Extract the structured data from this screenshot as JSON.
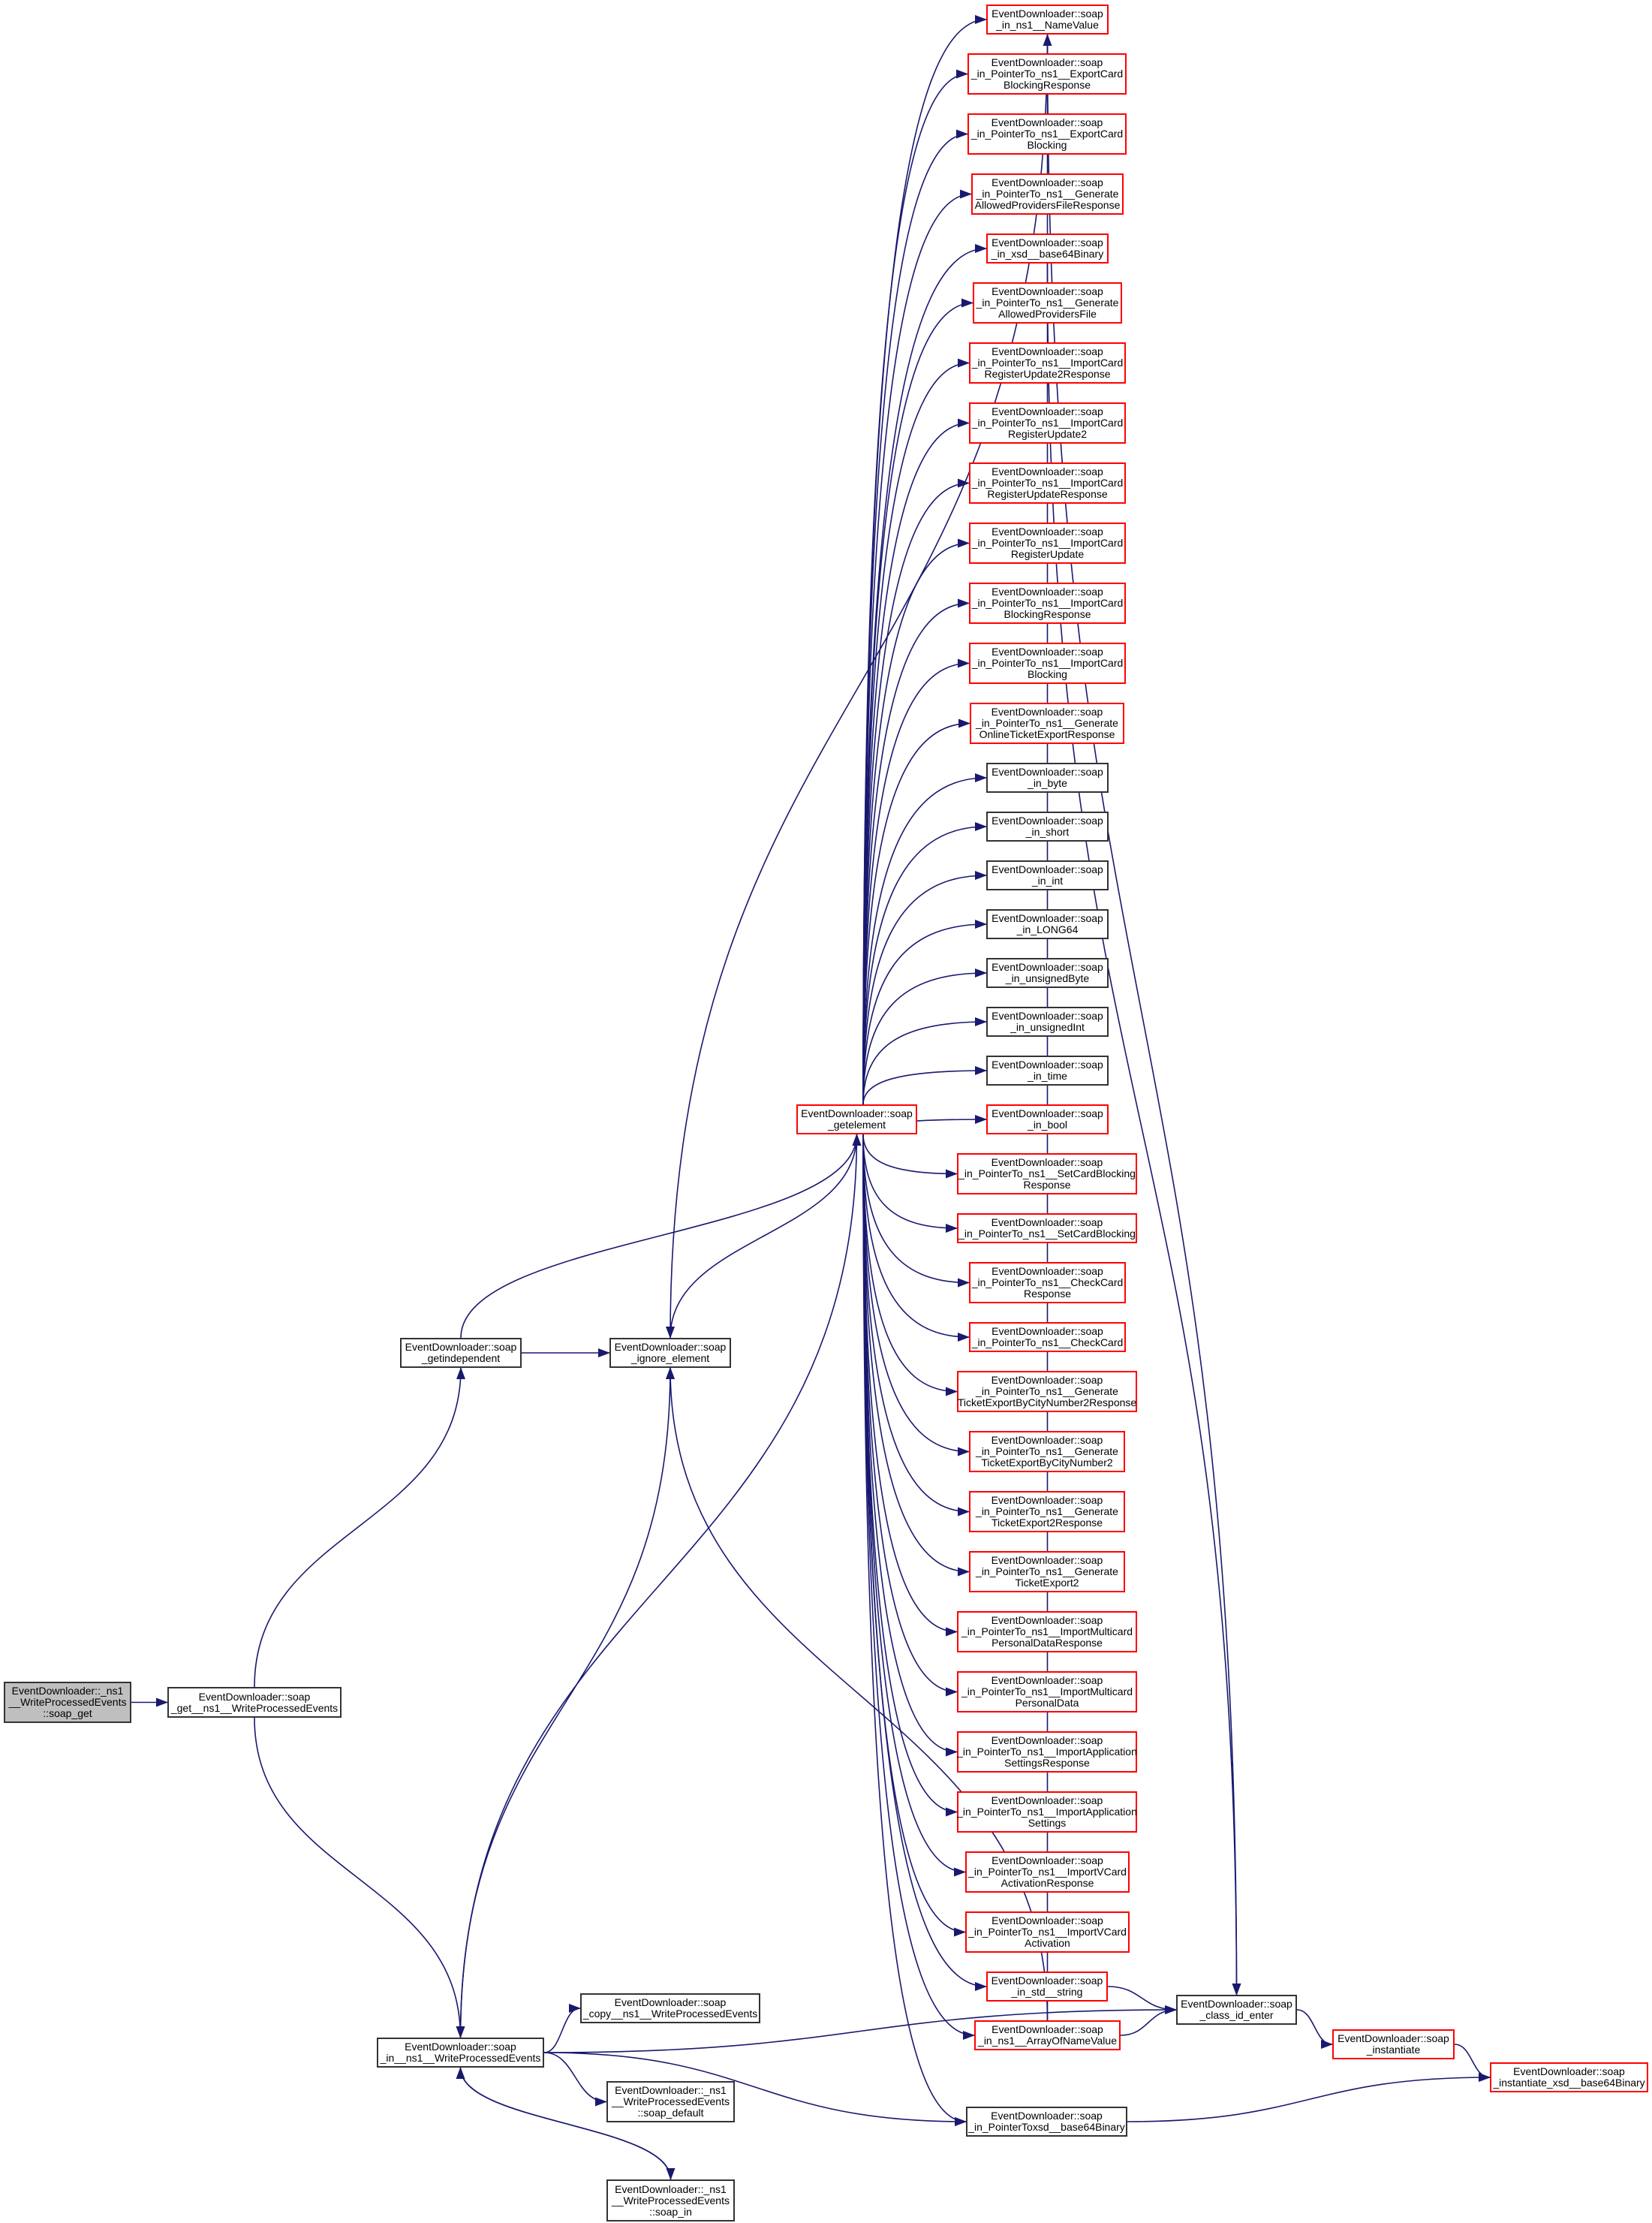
{
  "colors": {
    "edge": "#191970",
    "red_border": "#ff0000",
    "black_border": "#333333",
    "root_fill": "#bfbfbf"
  },
  "nodes": [
    {
      "id": "root",
      "label": "EventDownloader::_ns1\n__WriteProcessedEvents\n::soap_get",
      "style": "root"
    },
    {
      "id": "get",
      "label": "EventDownloader::soap\n_get__ns1__WriteProcessedEvents",
      "style": "black"
    },
    {
      "id": "getindep",
      "label": "EventDownloader::soap\n_getindependent",
      "style": "black"
    },
    {
      "id": "ignore",
      "label": "EventDownloader::soap\n_ignore_element",
      "style": "black"
    },
    {
      "id": "getelement",
      "label": "EventDownloader::soap\n_getelement",
      "style": "red"
    },
    {
      "id": "inwpe",
      "label": "EventDownloader::soap\n_in__ns1__WriteProcessedEvents",
      "style": "black"
    },
    {
      "id": "copy",
      "label": "EventDownloader::soap\n_copy__ns1__WriteProcessedEvents",
      "style": "black"
    },
    {
      "id": "default",
      "label": "EventDownloader::_ns1\n__WriteProcessedEvents\n::soap_default",
      "style": "black"
    },
    {
      "id": "soapin",
      "label": "EventDownloader::_ns1\n__WriteProcessedEvents\n::soap_in",
      "style": "black"
    },
    {
      "id": "classid",
      "label": "EventDownloader::soap\n_class_id_enter",
      "style": "black"
    },
    {
      "id": "instantiate",
      "label": "EventDownloader::soap\n_instantiate",
      "style": "red"
    },
    {
      "id": "instb64",
      "label": "EventDownloader::soap\n_instantiate_xsd__base64Binary",
      "style": "red"
    },
    {
      "id": "ptrb64",
      "label": "EventDownloader::soap\n_in_PointerToxsd__base64Binary",
      "style": "black"
    },
    {
      "id": "r0",
      "label": "EventDownloader::soap\n_in_ns1__NameValue",
      "style": "red"
    },
    {
      "id": "r1",
      "label": "EventDownloader::soap\n_in_PointerTo_ns1__ExportCard\nBlockingResponse",
      "style": "red"
    },
    {
      "id": "r2",
      "label": "EventDownloader::soap\n_in_PointerTo_ns1__ExportCard\nBlocking",
      "style": "red"
    },
    {
      "id": "r3",
      "label": "EventDownloader::soap\n_in_PointerTo_ns1__Generate\nAllowedProvidersFileResponse",
      "style": "red"
    },
    {
      "id": "r4",
      "label": "EventDownloader::soap\n_in_xsd__base64Binary",
      "style": "red"
    },
    {
      "id": "r5",
      "label": "EventDownloader::soap\n_in_PointerTo_ns1__Generate\nAllowedProvidersFile",
      "style": "red"
    },
    {
      "id": "r6",
      "label": "EventDownloader::soap\n_in_PointerTo_ns1__ImportCard\nRegisterUpdate2Response",
      "style": "red"
    },
    {
      "id": "r7",
      "label": "EventDownloader::soap\n_in_PointerTo_ns1__ImportCard\nRegisterUpdate2",
      "style": "red"
    },
    {
      "id": "r8",
      "label": "EventDownloader::soap\n_in_PointerTo_ns1__ImportCard\nRegisterUpdateResponse",
      "style": "red"
    },
    {
      "id": "r9",
      "label": "EventDownloader::soap\n_in_PointerTo_ns1__ImportCard\nRegisterUpdate",
      "style": "red"
    },
    {
      "id": "r10",
      "label": "EventDownloader::soap\n_in_PointerTo_ns1__ImportCard\nBlockingResponse",
      "style": "red"
    },
    {
      "id": "r11",
      "label": "EventDownloader::soap\n_in_PointerTo_ns1__ImportCard\nBlocking",
      "style": "red"
    },
    {
      "id": "r12",
      "label": "EventDownloader::soap\n_in_PointerTo_ns1__Generate\nOnlineTicketExportResponse",
      "style": "red"
    },
    {
      "id": "r13",
      "label": "EventDownloader::soap\n_in_byte",
      "style": "black"
    },
    {
      "id": "r14",
      "label": "EventDownloader::soap\n_in_short",
      "style": "black"
    },
    {
      "id": "r15",
      "label": "EventDownloader::soap\n_in_int",
      "style": "black"
    },
    {
      "id": "r16",
      "label": "EventDownloader::soap\n_in_LONG64",
      "style": "black"
    },
    {
      "id": "r17",
      "label": "EventDownloader::soap\n_in_unsignedByte",
      "style": "black"
    },
    {
      "id": "r18",
      "label": "EventDownloader::soap\n_in_unsignedInt",
      "style": "black"
    },
    {
      "id": "r19",
      "label": "EventDownloader::soap\n_in_time",
      "style": "black"
    },
    {
      "id": "r20",
      "label": "EventDownloader::soap\n_in_bool",
      "style": "red"
    },
    {
      "id": "r21",
      "label": "EventDownloader::soap\n_in_PointerTo_ns1__SetCardBlocking\nResponse",
      "style": "red"
    },
    {
      "id": "r22",
      "label": "EventDownloader::soap\n_in_PointerTo_ns1__SetCardBlocking",
      "style": "red"
    },
    {
      "id": "r23",
      "label": "EventDownloader::soap\n_in_PointerTo_ns1__CheckCard\nResponse",
      "style": "red"
    },
    {
      "id": "r24",
      "label": "EventDownloader::soap\n_in_PointerTo_ns1__CheckCard",
      "style": "red"
    },
    {
      "id": "r25",
      "label": "EventDownloader::soap\n_in_PointerTo_ns1__Generate\nTicketExportByCityNumber2Response",
      "style": "red"
    },
    {
      "id": "r26",
      "label": "EventDownloader::soap\n_in_PointerTo_ns1__Generate\nTicketExportByCityNumber2",
      "style": "red"
    },
    {
      "id": "r27",
      "label": "EventDownloader::soap\n_in_PointerTo_ns1__Generate\nTicketExport2Response",
      "style": "red"
    },
    {
      "id": "r28",
      "label": "EventDownloader::soap\n_in_PointerTo_ns1__Generate\nTicketExport2",
      "style": "red"
    },
    {
      "id": "r29",
      "label": "EventDownloader::soap\n_in_PointerTo_ns1__ImportMulticard\nPersonalDataResponse",
      "style": "red"
    },
    {
      "id": "r30",
      "label": "EventDownloader::soap\n_in_PointerTo_ns1__ImportMulticard\nPersonalData",
      "style": "red"
    },
    {
      "id": "r31",
      "label": "EventDownloader::soap\n_in_PointerTo_ns1__ImportApplication\nSettingsResponse",
      "style": "red"
    },
    {
      "id": "r32",
      "label": "EventDownloader::soap\n_in_PointerTo_ns1__ImportApplication\nSettings",
      "style": "red"
    },
    {
      "id": "r33",
      "label": "EventDownloader::soap\n_in_PointerTo_ns1__ImportVCard\nActivationResponse",
      "style": "red"
    },
    {
      "id": "r34",
      "label": "EventDownloader::soap\n_in_PointerTo_ns1__ImportVCard\nActivation",
      "style": "red"
    },
    {
      "id": "r35",
      "label": "EventDownloader::soap\n_in_std__string",
      "style": "red"
    },
    {
      "id": "r36",
      "label": "EventDownloader::soap\n_in_ns1__ArrayOfNameValue",
      "style": "red"
    }
  ],
  "edges": [
    [
      "root",
      "get"
    ],
    [
      "get",
      "getindep"
    ],
    [
      "get",
      "inwpe"
    ],
    [
      "getindep",
      "getelement"
    ],
    [
      "getindep",
      "ignore"
    ],
    [
      "ignore",
      "getelement"
    ],
    [
      "r0",
      "ignore"
    ],
    [
      "r36",
      "ignore"
    ],
    [
      "inwpe",
      "ignore"
    ],
    [
      "getelement",
      "inwpe"
    ],
    [
      "inwpe",
      "copy"
    ],
    [
      "inwpe",
      "default"
    ],
    [
      "inwpe",
      "soapin"
    ],
    [
      "soapin",
      "inwpe"
    ],
    [
      "inwpe",
      "classid"
    ],
    [
      "inwpe",
      "ptrb64"
    ],
    [
      "getelement",
      "r0"
    ],
    [
      "getelement",
      "r1"
    ],
    [
      "getelement",
      "r2"
    ],
    [
      "getelement",
      "r3"
    ],
    [
      "getelement",
      "r4"
    ],
    [
      "getelement",
      "r5"
    ],
    [
      "getelement",
      "r6"
    ],
    [
      "getelement",
      "r7"
    ],
    [
      "getelement",
      "r8"
    ],
    [
      "getelement",
      "r9"
    ],
    [
      "getelement",
      "r10"
    ],
    [
      "getelement",
      "r11"
    ],
    [
      "getelement",
      "r12"
    ],
    [
      "getelement",
      "r13"
    ],
    [
      "getelement",
      "r14"
    ],
    [
      "getelement",
      "r15"
    ],
    [
      "getelement",
      "r16"
    ],
    [
      "getelement",
      "r17"
    ],
    [
      "getelement",
      "r18"
    ],
    [
      "getelement",
      "r19"
    ],
    [
      "getelement",
      "r20"
    ],
    [
      "getelement",
      "r21"
    ],
    [
      "getelement",
      "r22"
    ],
    [
      "getelement",
      "r23"
    ],
    [
      "getelement",
      "r24"
    ],
    [
      "getelement",
      "r25"
    ],
    [
      "getelement",
      "r26"
    ],
    [
      "getelement",
      "r27"
    ],
    [
      "getelement",
      "r28"
    ],
    [
      "getelement",
      "r29"
    ],
    [
      "getelement",
      "r30"
    ],
    [
      "getelement",
      "r31"
    ],
    [
      "getelement",
      "r32"
    ],
    [
      "getelement",
      "r33"
    ],
    [
      "getelement",
      "r34"
    ],
    [
      "getelement",
      "r35"
    ],
    [
      "getelement",
      "r36"
    ],
    [
      "getelement",
      "ptrb64"
    ],
    [
      "r36",
      "r0"
    ],
    [
      "r0",
      "classid"
    ],
    [
      "r4",
      "classid"
    ],
    [
      "r35",
      "classid"
    ],
    [
      "r36",
      "classid"
    ],
    [
      "classid",
      "instantiate"
    ],
    [
      "instantiate",
      "instb64"
    ],
    [
      "ptrb64",
      "instb64"
    ]
  ]
}
